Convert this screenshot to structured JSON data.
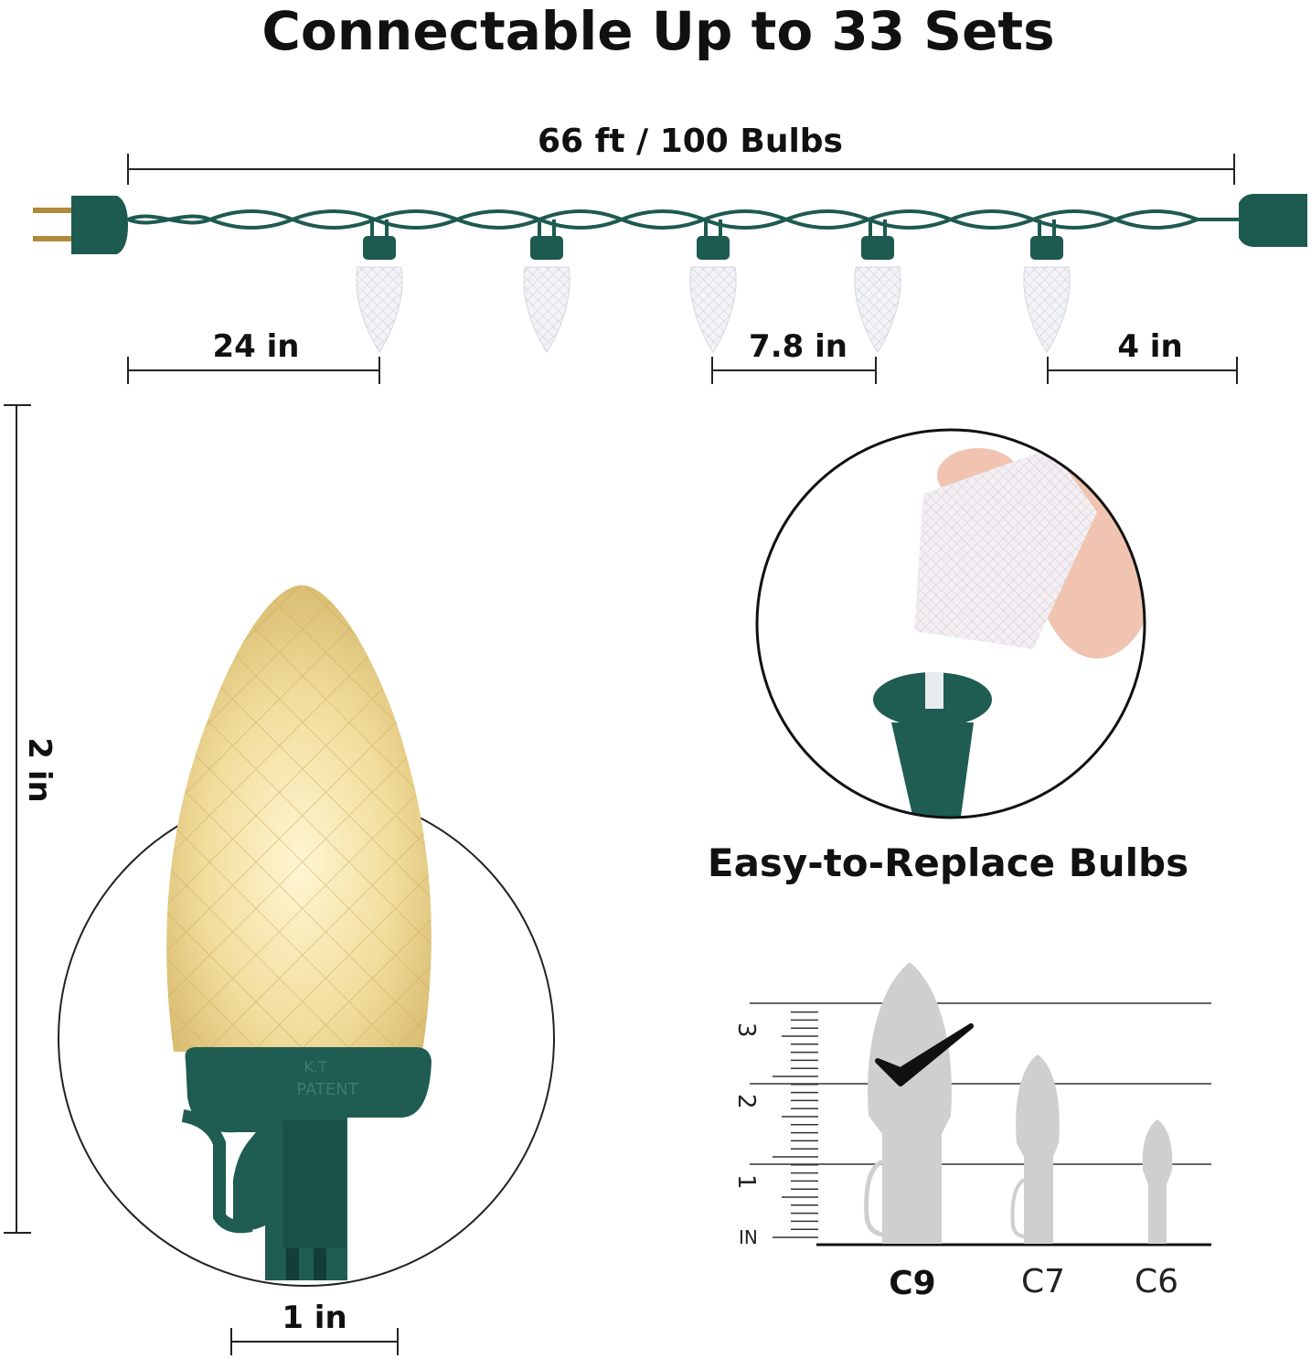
{
  "title": "Connectable Up to 33 Sets",
  "length_label": "66 ft /  100 Bulbs",
  "spacing": {
    "lead": "24 in",
    "between": "7.8 in",
    "tail": "4 in"
  },
  "bulb_height": "2 in",
  "bulb_width": "1 in",
  "base_marking": {
    "line1": "K.T",
    "line2": "PATENT"
  },
  "replace_caption": "Easy-to-Replace Bulbs",
  "size_compare": {
    "ruler_unit": "IN",
    "ruler_labels": [
      "1",
      "2",
      "3"
    ],
    "bulbs": [
      {
        "label": "C9",
        "selected": true
      },
      {
        "label": "C7",
        "selected": false
      },
      {
        "label": "C6",
        "selected": false
      }
    ]
  },
  "colors": {
    "wire": "#1d5a50",
    "bulb_warm": "#f3e3a8",
    "gray_bulb": "#cfcfcf"
  }
}
